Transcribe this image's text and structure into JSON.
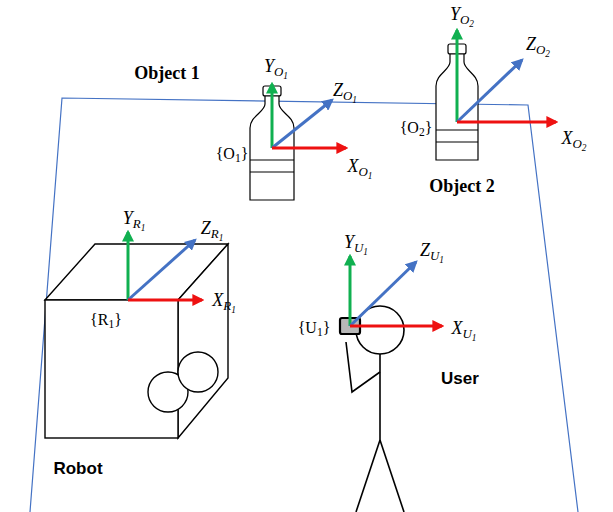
{
  "diagram": {
    "labels": [
      "Object 1",
      "YO1",
      "ZO1",
      "{O1}",
      "XO1",
      "YO2",
      "ZO2",
      "{O2}",
      "XO2",
      "Object 2",
      "YR1",
      "ZR1",
      "{R1}",
      "XR1",
      "YU1",
      "ZU1",
      "{U1}",
      "XU1",
      "User",
      "Robot"
    ]
  }
}
